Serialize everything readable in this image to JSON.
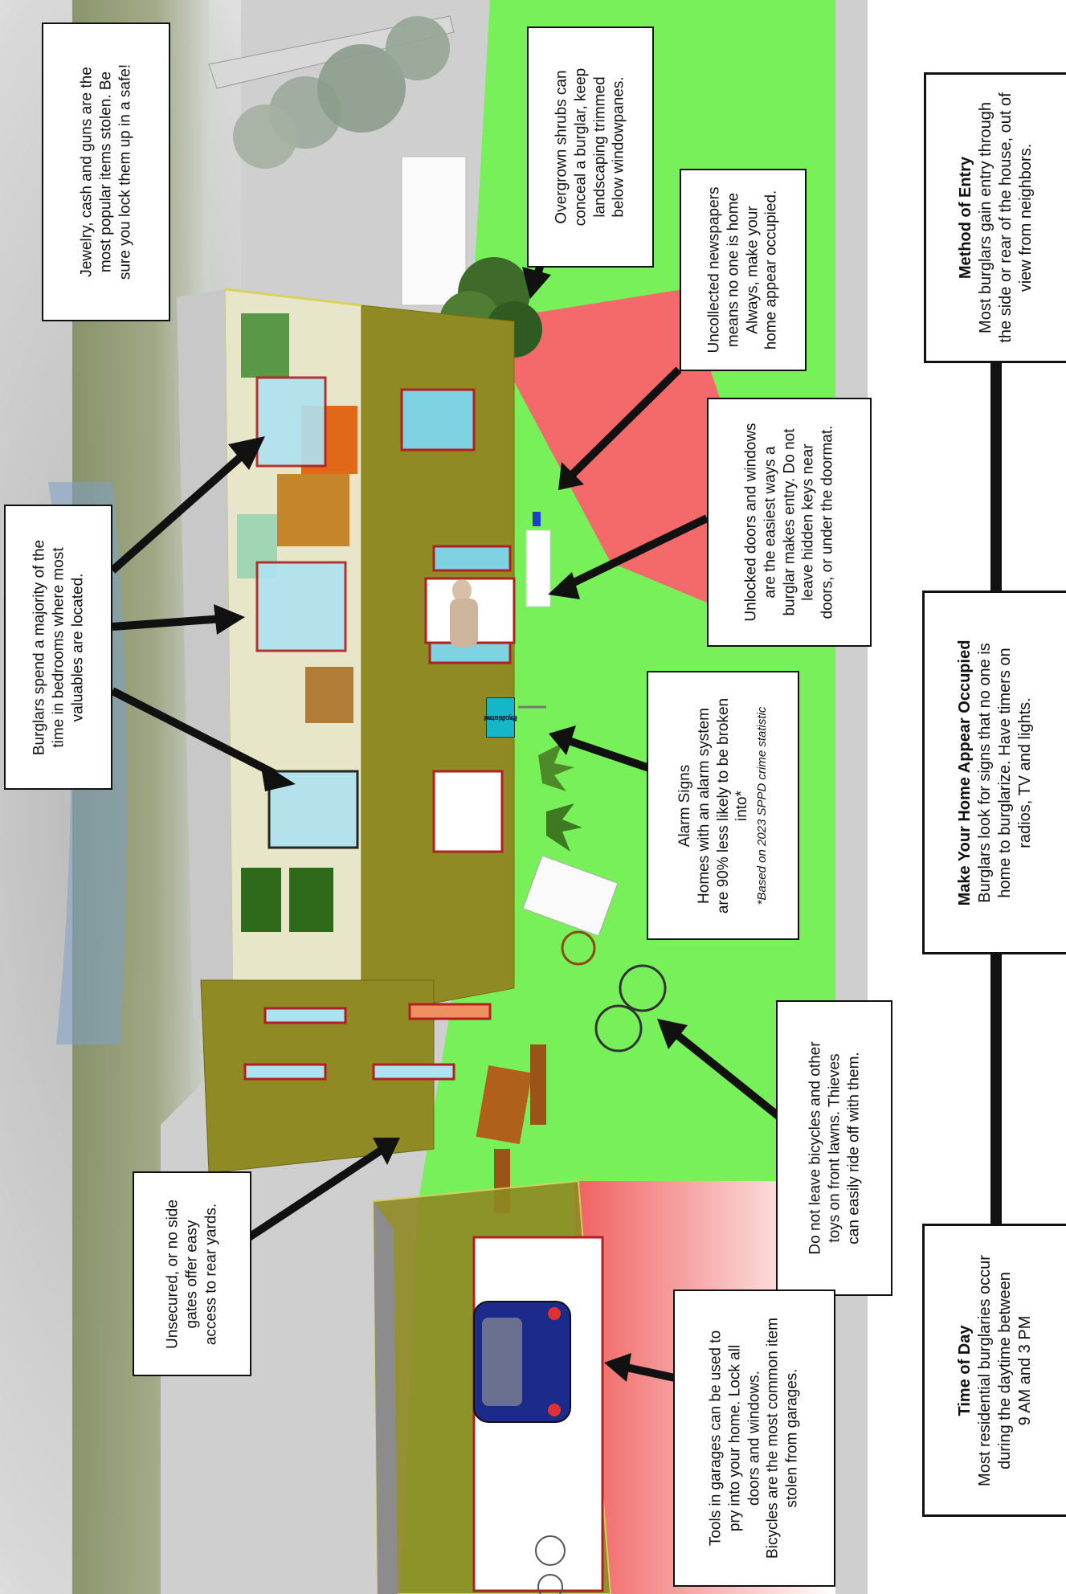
{
  "alarm_sign_text": [
    "Protected",
    "by Alarm"
  ],
  "callouts": {
    "jewelry": [
      "Jewelry, cash and guns are the",
      "most popular items stolen.  Be",
      "sure you lock them up in a safe!"
    ],
    "shrubs": [
      "Overgrown shrubs can",
      "conceal a burglar, keep",
      "landscaping trimmed",
      "below windowpanes."
    ],
    "newspapers": [
      "Uncollected newspapers",
      "means no one is home",
      "Always, make your",
      "home appear occupied."
    ],
    "bedrooms": [
      "Burglars spend a majority of the",
      "time in bedrooms where most",
      "valuables are located."
    ],
    "unlocked": [
      "Unlocked doors and windows",
      "are the easiest ways a",
      "burglar makes entry.  Do not",
      "leave hidden keys near",
      "doors, or under the doormat."
    ],
    "alarm": [
      "Alarm Signs",
      "Homes with an alarm system",
      "are 90% less likely to be broken",
      "into*"
    ],
    "alarm_note": "*Based on 2023 SPPD crime statistic",
    "bicycles": [
      "Do not leave bicycles and other",
      "toys on front lawns.  Thieves",
      "can easily ride off with them."
    ],
    "gates": [
      "Unsecured, or no side",
      "gates offer easy",
      "access to rear yards."
    ],
    "tools": [
      "Tools in garages can be used to",
      "pry into your home.  Lock all",
      "doors and windows.",
      "Bicycles are the most common item",
      "stolen from garages."
    ]
  },
  "timeline": [
    {
      "title": "Method of Entry",
      "lines": [
        "Most burglars gain entry through",
        "the side or rear of the house, out of",
        "view from neighbors."
      ]
    },
    {
      "title": "Make Your Home Appear Occupied",
      "lines": [
        "Burglars look for signs that no one is",
        "home to burglarize.  Have timers on",
        "radios, TV and lights."
      ]
    },
    {
      "title": "Time of Day",
      "lines": [
        "Most residential burglaries occur",
        "during the daytime between",
        "9 AM and 3 PM"
      ]
    }
  ]
}
